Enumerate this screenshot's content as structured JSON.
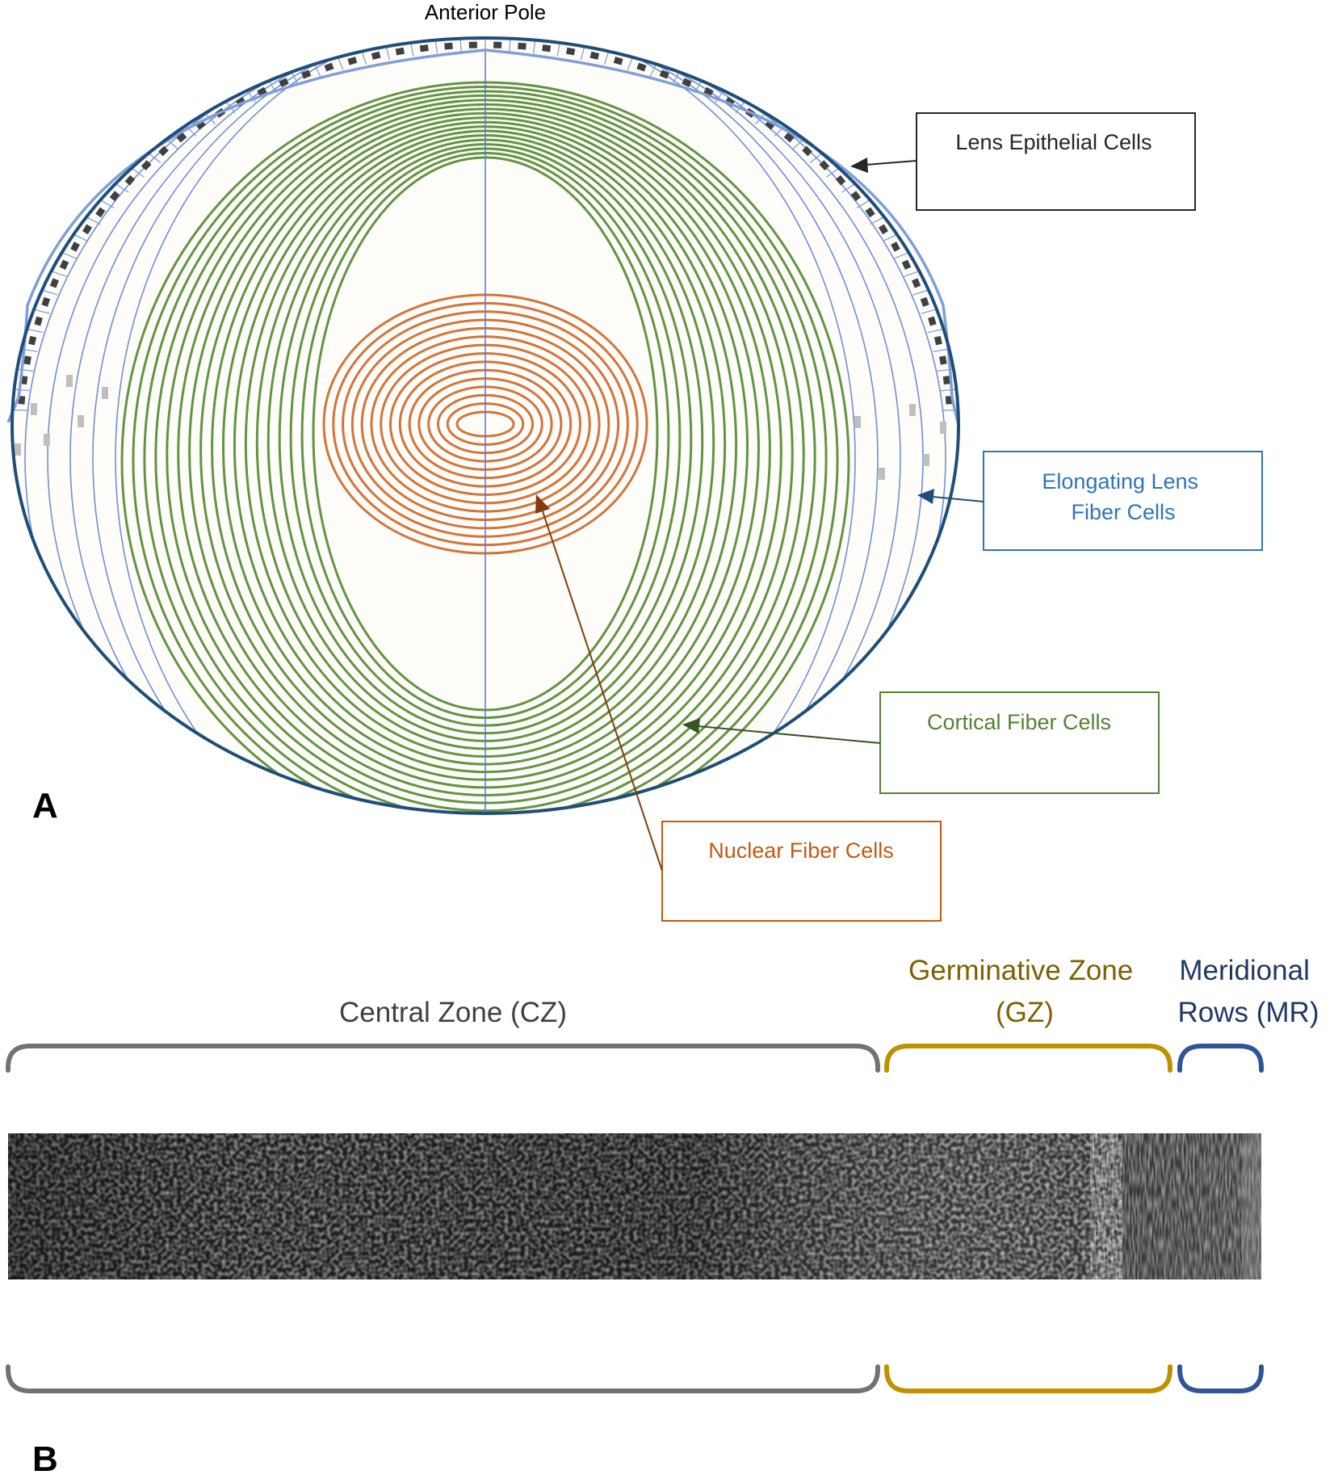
{
  "panel_a": {
    "panel_label": "A",
    "top_label": "Anterior Pole",
    "callouts": {
      "epithelial": {
        "lines": [
          "Lens Epithelial Cells"
        ],
        "color": "#262626"
      },
      "elongating": {
        "lines": [
          "Elongating Lens",
          "Fiber Cells"
        ],
        "color": "#2e75b6"
      },
      "cortical": {
        "lines": [
          "Cortical Fiber Cells"
        ],
        "color": "#548235"
      },
      "nuclear": {
        "lines": [
          "Nuclear Fiber Cells"
        ],
        "color": "#c55a11"
      }
    },
    "colors": {
      "capsule": "#1f4e79",
      "epithelium_band": "#7f9fd6",
      "elongating_fibers": "#6f8fd8",
      "cortical_fibers": "#629442",
      "nuclear_fibers": "#d3743a",
      "lens_fill": "#fffdfa",
      "cell_dark": "#404040",
      "cell_light": "#bfbfbf"
    }
  },
  "panel_b": {
    "panel_label": "B",
    "zones": [
      {
        "key": "cz",
        "lines": [
          "Central Zone (CZ)"
        ],
        "color": "#767171"
      },
      {
        "key": "gz",
        "lines": [
          "Germinative Zone",
          "(GZ)"
        ],
        "color": "#bf9000"
      },
      {
        "key": "mr",
        "lines": [
          "Meridional",
          "Rows (MR)"
        ],
        "color": "#2f5597"
      }
    ]
  }
}
